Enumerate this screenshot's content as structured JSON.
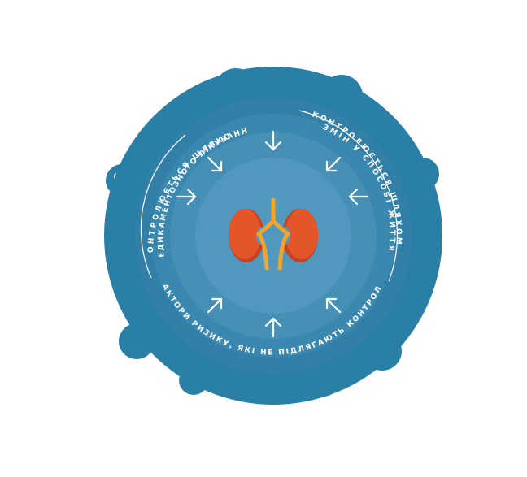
{
  "diagram": {
    "colors": {
      "outer_ring": "#2a7fa6",
      "ring_2": "#327fa7",
      "ring_3": "#3a88b0",
      "ring_4": "#4690b6",
      "center": "#5297bd",
      "kidney": "#e5552a",
      "kidney_shadow": "#c64321",
      "vessel": "#f3a42a",
      "text": "#ffffff"
    },
    "icons": {
      "center": "kidneys-icon",
      "arrows": "inward-arrow-icon"
    },
    "labels": {
      "top_left_line1": "КОНТРОЛЮЄТЬСЯ ШЛЯХОМ",
      "top_left_line2": "МЕДИКАМЕНТОЗНОГО ЛІКУВАННЯ",
      "top_right_line1": "КОНТРОЛЮЄТЬСЯ ШЛЯХОМ",
      "top_right_line2": "ЗМІН У СПОСОБІ ЖИТТЯ",
      "bottom": "ФАКТОРИ РИЗИКУ, ЯКІ НЕ ПІДЛЯГАЮТЬ КОНТРОЛЮ"
    }
  }
}
